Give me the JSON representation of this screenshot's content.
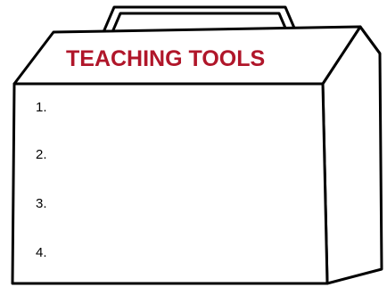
{
  "title": "TEACHING TOOLS",
  "colors": {
    "title_text": "#b0162a",
    "outline": "#000000",
    "fill": "#ffffff"
  },
  "items": [
    {
      "label": "1."
    },
    {
      "label": "2."
    },
    {
      "label": "3."
    },
    {
      "label": "4."
    }
  ]
}
